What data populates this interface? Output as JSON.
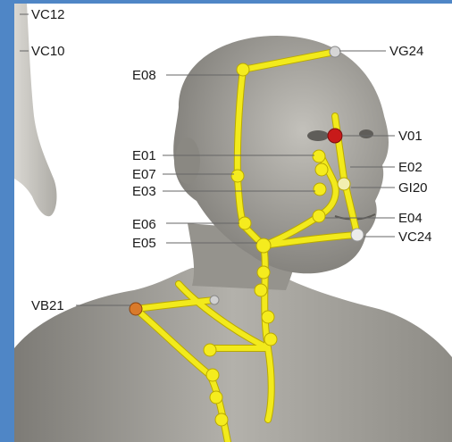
{
  "labels": {
    "vc12": "VC12",
    "vc10": "VC10",
    "e08": "E08",
    "vg24": "VG24",
    "v01": "V01",
    "e01": "E01",
    "e02": "E02",
    "e07": "E07",
    "gi20": "GI20",
    "e03": "E03",
    "e04": "E04",
    "e06": "E06",
    "vc24": "VC24",
    "e05": "E05",
    "vb21": "VB21"
  },
  "colors": {
    "frame": "#4f86c6",
    "meridian": "#f2ea1c",
    "skin": "#a7a59f",
    "highlight_red": "#c81a1a",
    "highlight_orange": "#d97a2b",
    "point_white": "#e8e8e8"
  }
}
